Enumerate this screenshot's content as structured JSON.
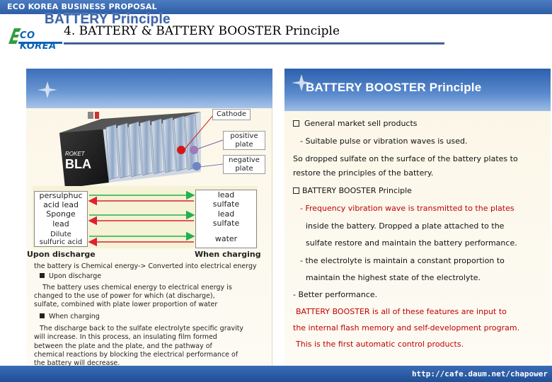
{
  "topbar": {
    "title": "ECO KOREA  BUSINESS PROPOSAL"
  },
  "logo": {
    "text": "CO KOREA"
  },
  "page_title": "4. BATTERY & BATTERY BOOSTER Principle",
  "left_panel": {
    "header": "BATTERY Principle",
    "battery_label": "BLA",
    "battery_brand": "ROKET",
    "tags": {
      "cathode": "Cathode",
      "positive": [
        "positive",
        "plate"
      ],
      "negative": [
        "negative",
        "plate"
      ]
    },
    "left_box": [
      "persulphuc",
      "acid lead",
      "Sponge",
      "lead",
      "Dilute",
      "sulfuric acid"
    ],
    "right_box": [
      "lead",
      "sulfate",
      "lead",
      "sulfate",
      "water"
    ],
    "upon_discharge": "Upon discharge",
    "when_charging": "When charging",
    "body_lines": [
      "the battery is Chemical energy-> Converted into electrical energy",
      "Upon discharge",
      "The battery uses chemical energy to electrical energy is",
      "changed to the use of power for which (at discharge),",
      "sulfate, combined with plate lower proportion of water",
      "When charging",
      "The discharge back to the sulfate electrolyte specific gravity",
      "will increase. In this process, an insulating film formed",
      "between the plate and the plate, and the pathway of",
      "chemical reactions by blocking the electrical performance of",
      "the battery will decrease."
    ]
  },
  "right_panel": {
    "header": "BATTERY BOOSTER Principle",
    "lines": [
      "General market sell products",
      "- Suitable pulse or vibration waves is used.",
      "So dropped sulfate on the surface of the battery plates to",
      "restore the principles of the battery.",
      "BATTERY BOOSTER Principle",
      "- Frequency vibration wave is transmitted to the plates",
      "inside the battery.",
      "Dropped a plate attached to the",
      "sulfate restore  and maintain the battery performance.",
      "- the electrolyte is maintain a constant proportion to",
      "maintain the highest state of the electrolyte.",
      "- Better performance.",
      "BATTERY BOOSTER is  all of these features are input to",
      "the internal flash memory and self-development program.",
      "This is the first automatic control products."
    ]
  },
  "footer": {
    "url": "http://cafe.daum.net/chapower"
  },
  "colors": {
    "accent_blue": "#2d5ea6",
    "red_text": "#c00000",
    "arrow_green": "#22b14c",
    "arrow_red": "#e0202b"
  }
}
